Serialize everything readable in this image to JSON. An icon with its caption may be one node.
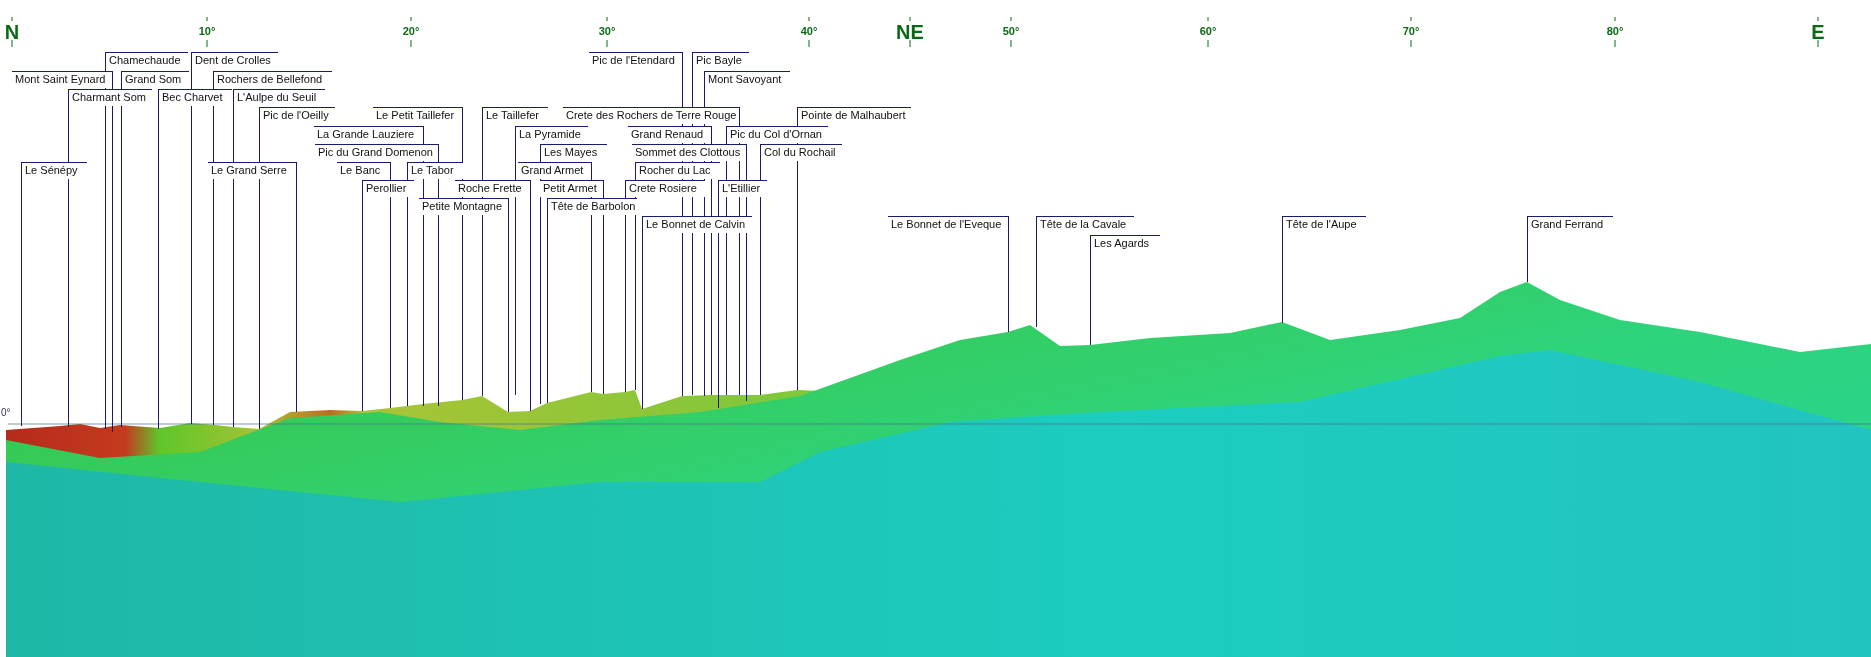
{
  "diagram": {
    "nodes": [
      {
        "text": [
          "Chamechaude"
        ]
      },
      {
        "text": [
          "Dent de Crolles"
        ]
      },
      {
        "text": [
          "Pic de l'Etendard"
        ]
      },
      {
        "text": [
          "Pic Bayle"
        ]
      },
      {
        "text": [
          "Mont Saint Eynard"
        ]
      },
      {
        "text": [
          "Grand Som"
        ]
      },
      {
        "text": [
          "Rochers de Bellefond"
        ]
      },
      {
        "text": [
          "Mont Savoyant"
        ]
      },
      {
        "text": [
          "Charmant Som"
        ]
      },
      {
        "text": [
          "Bec Charvet"
        ]
      },
      {
        "text": [
          "L'Aulpe du Seuil"
        ]
      },
      {
        "text": [
          "Pic de l'Oeilly"
        ]
      },
      {
        "text": [
          "Le Petit Taillefer"
        ]
      },
      {
        "text": [
          "Le Taillefer"
        ]
      },
      {
        "text": [
          "Crete des Rochers de Terre Rouge"
        ]
      },
      {
        "text": [
          "Pointe de Malhaubert"
        ]
      },
      {
        "text": [
          "La Grande Lauziere"
        ]
      },
      {
        "text": [
          "La Pyramide"
        ]
      },
      {
        "text": [
          "Grand Renaud"
        ]
      },
      {
        "text": [
          "Pic du Col d'Ornan"
        ]
      },
      {
        "text": [
          "Pic du Grand Domenon"
        ]
      },
      {
        "text": [
          "Les Mayes"
        ]
      },
      {
        "text": [
          "Sommet des Clottous"
        ]
      },
      {
        "text": [
          "Col du Rochail"
        ]
      },
      {
        "text": [
          "Le Sénépy"
        ]
      },
      {
        "text": [
          "Le Grand Serre"
        ]
      },
      {
        "text": [
          "Le Banc"
        ]
      },
      {
        "text": [
          "Le Tabor"
        ]
      },
      {
        "text": [
          "Grand Armet"
        ]
      },
      {
        "text": [
          "Rocher du Lac"
        ]
      },
      {
        "text": [
          "Perollier"
        ]
      },
      {
        "text": [
          "Roche Frette"
        ]
      },
      {
        "text": [
          "Petit Armet"
        ]
      },
      {
        "text": [
          "Crete Rosiere"
        ]
      },
      {
        "text": [
          "L'Etillier"
        ]
      },
      {
        "text": [
          "Petite Montagne"
        ]
      },
      {
        "text": [
          "Tête de Barbolon"
        ]
      },
      {
        "text": [
          "Le Bonnet de Calvin"
        ]
      },
      {
        "text": [
          "Le Bonnet de l'Eveque"
        ]
      },
      {
        "text": [
          "Tête de la Cavale"
        ]
      },
      {
        "text": [
          "Tête de l'Aupe"
        ]
      },
      {
        "text": [
          "Grand Ferrand"
        ]
      },
      {
        "text": [
          "Les Agards"
        ]
      }
    ],
    "edges": [
      {
        "from": 0,
        "to": null,
        "arrow": "none"
      },
      {
        "from": 1,
        "to": null,
        "arrow": "none"
      },
      {
        "from": 2,
        "to": null,
        "arrow": "none"
      },
      {
        "from": 3,
        "to": null,
        "arrow": "none"
      },
      {
        "from": 4,
        "to": null,
        "arrow": "none"
      },
      {
        "from": 5,
        "to": null,
        "arrow": "none"
      },
      {
        "from": 6,
        "to": null,
        "arrow": "none"
      },
      {
        "from": 7,
        "to": null,
        "arrow": "none"
      },
      {
        "from": 8,
        "to": null,
        "arrow": "none"
      },
      {
        "from": 9,
        "to": null,
        "arrow": "none"
      },
      {
        "from": 10,
        "to": null,
        "arrow": "none"
      },
      {
        "from": 11,
        "to": null,
        "arrow": "none"
      },
      {
        "from": 12,
        "to": null,
        "arrow": "none"
      },
      {
        "from": 13,
        "to": null,
        "arrow": "none"
      },
      {
        "from": 14,
        "to": null,
        "arrow": "none"
      },
      {
        "from": 15,
        "to": null,
        "arrow": "none"
      },
      {
        "from": 16,
        "to": null,
        "arrow": "none"
      },
      {
        "from": 17,
        "to": null,
        "arrow": "none"
      },
      {
        "from": 18,
        "to": null,
        "arrow": "none"
      },
      {
        "from": 19,
        "to": null,
        "arrow": "none"
      },
      {
        "from": 20,
        "to": null,
        "arrow": "none"
      },
      {
        "from": 21,
        "to": null,
        "arrow": "none"
      },
      {
        "from": 22,
        "to": null,
        "arrow": "none"
      },
      {
        "from": 23,
        "to": null,
        "arrow": "none"
      },
      {
        "from": 24,
        "to": null,
        "arrow": "none"
      },
      {
        "from": 25,
        "to": null,
        "arrow": "none"
      },
      {
        "from": 26,
        "to": null,
        "arrow": "none"
      },
      {
        "from": 27,
        "to": null,
        "arrow": "none"
      },
      {
        "from": 28,
        "to": null,
        "arrow": "none"
      },
      {
        "from": 29,
        "to": null,
        "arrow": "none"
      },
      {
        "from": 30,
        "to": null,
        "arrow": "none"
      },
      {
        "from": 31,
        "to": null,
        "arrow": "none"
      },
      {
        "from": 32,
        "to": null,
        "arrow": "none"
      },
      {
        "from": 33,
        "to": null,
        "arrow": "none"
      },
      {
        "from": 34,
        "to": null,
        "arrow": "none"
      },
      {
        "from": 35,
        "to": null,
        "arrow": "none"
      },
      {
        "from": 36,
        "to": null,
        "arrow": "none"
      },
      {
        "from": 37,
        "to": null,
        "arrow": "none"
      },
      {
        "from": 38,
        "to": null,
        "arrow": "none"
      },
      {
        "from": 39,
        "to": null,
        "arrow": "none"
      },
      {
        "from": 40,
        "to": null,
        "arrow": "none"
      },
      {
        "from": 41,
        "to": null,
        "arrow": "none"
      },
      {
        "from": 42,
        "to": null,
        "arrow": "none"
      }
    ],
    "labels": [
      "N",
      "10°",
      "20°",
      "30°",
      "40°",
      "NE",
      "50°",
      "60°",
      "70°",
      "80°",
      "E",
      "0°"
    ]
  }
}
